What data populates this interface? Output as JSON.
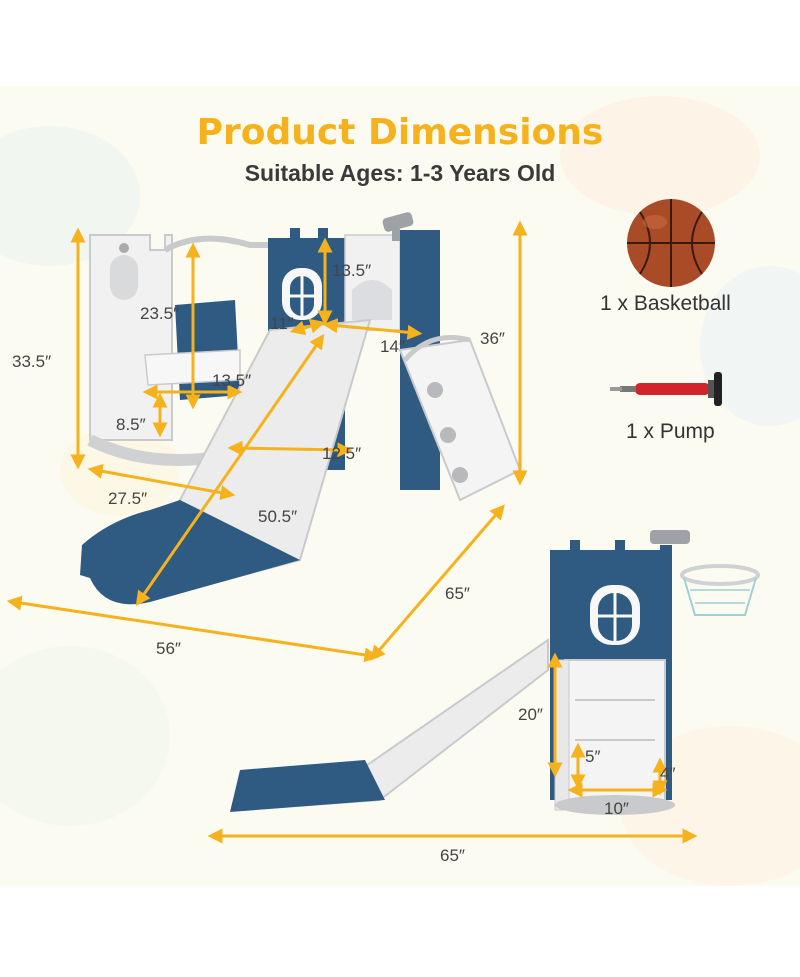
{
  "header": {
    "title": "Product Dimensions",
    "subtitle": "Suitable Ages: 1-3 Years Old"
  },
  "accessories": [
    {
      "label": "1 x Basketball",
      "icon": "basketball-icon"
    },
    {
      "label": "1 x Pump",
      "icon": "pump-icon"
    }
  ],
  "main_view": {
    "tower_height": "33.5″",
    "swing_height": "23.5″",
    "top_height": "13.5″",
    "depth_11": "11″",
    "platform_14": "14″",
    "overall_height": "36″",
    "swing_width": "13.5″",
    "swing_seat": "8.5″",
    "slide_width": "12.5″",
    "base_width": "27.5″",
    "slide_length": "50.5″",
    "overall_depth": "65″",
    "overall_width": "56″"
  },
  "side_view": {
    "stair_height": "20″",
    "step_height": "5″",
    "step_depth": "4″",
    "stair_width": "10″",
    "overall_length": "65″"
  },
  "colors": {
    "accent": "#f5b21c",
    "navy": "#2f5a82",
    "white_plastic": "#f2f2f2",
    "gray": "#c9cacc",
    "text": "#3a3a3a"
  }
}
